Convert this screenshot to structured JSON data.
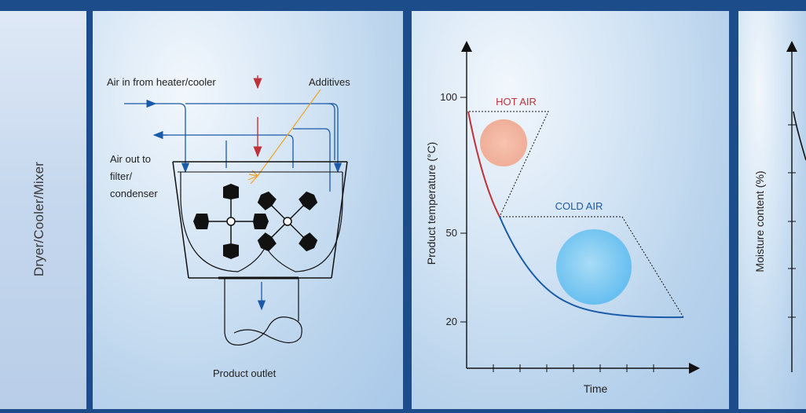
{
  "sidebar": {
    "title": "Dryer/Cooler/Mixer"
  },
  "mixer": {
    "air_in_label": "Air in from heater/cooler",
    "additives_label": "Additives",
    "air_out_line1": "Air out to",
    "air_out_line2": "filter/",
    "air_out_line3": "condenser",
    "product_outlet_label": "Product outlet"
  },
  "temperature_chart": {
    "ylabel": "Product temperature (°C)",
    "xlabel": "Time",
    "ticks": [
      "100",
      "50",
      "20"
    ],
    "hot_label": "HOT AIR",
    "cold_label": "COLD AIR"
  },
  "moisture_chart": {
    "ylabel": "Moisture content (%)"
  },
  "colors": {
    "brand_blue": "#1d4c8a",
    "hot_red": "#c0323a",
    "cold_blue": "#1a5aa8",
    "arrow_orange": "#f0a020"
  }
}
